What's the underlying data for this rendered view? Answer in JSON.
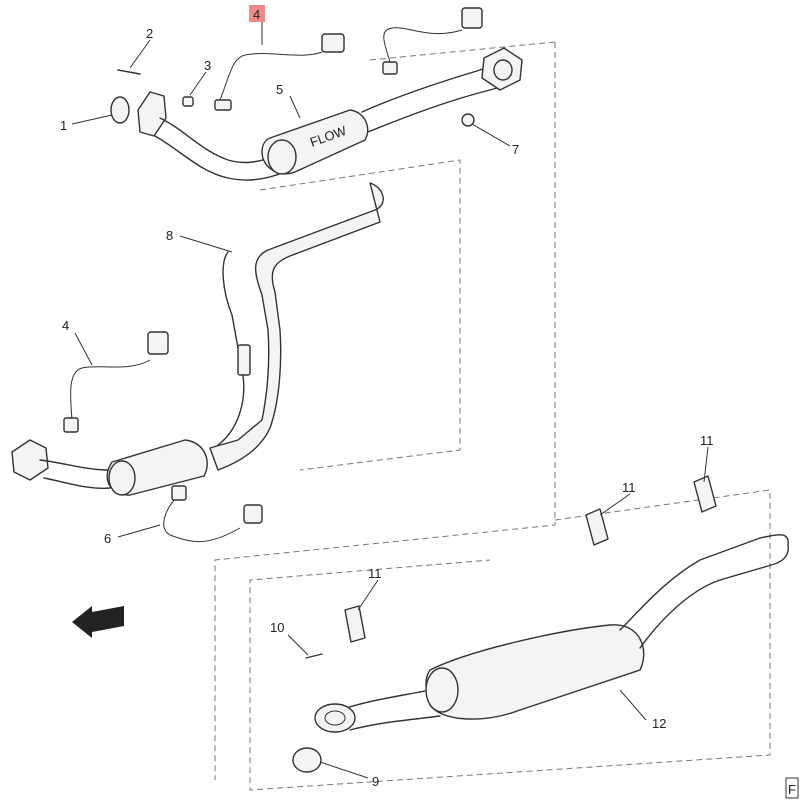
{
  "diagram": {
    "callouts": {
      "c1": "1",
      "c2": "2",
      "c3": "3",
      "c4_top": "4",
      "c5": "5",
      "c6": "6",
      "c7": "7",
      "c8": "8",
      "c4_mid": "4",
      "c9": "9",
      "c10": "10",
      "c11_a": "11",
      "c11_b": "11",
      "c11_c": "11",
      "c12": "12"
    },
    "labels": {
      "flow": "FLOW",
      "front_arrow": "FRT",
      "corner_mark": "F"
    },
    "highlight_color": "#f08a8a"
  }
}
